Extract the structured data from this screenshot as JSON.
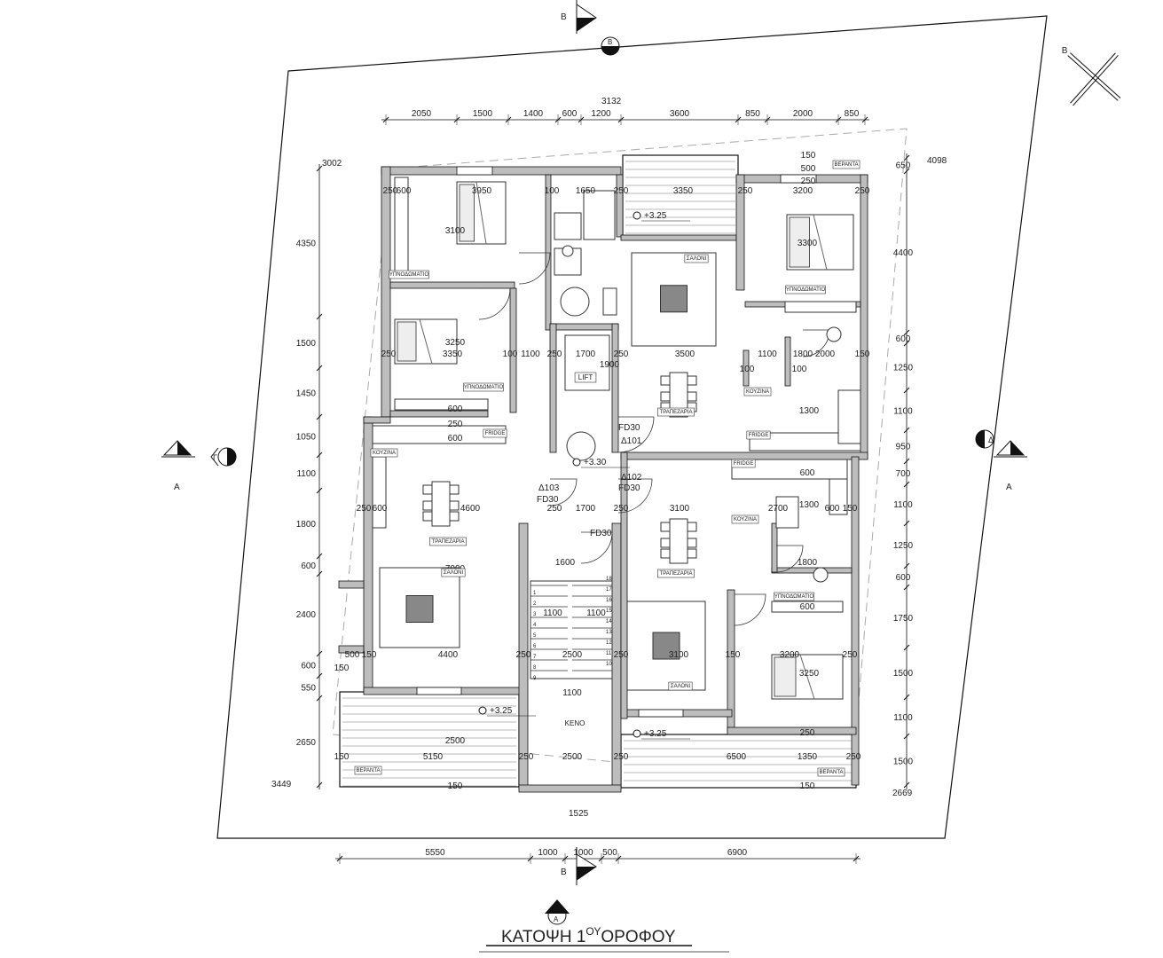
{
  "title": {
    "main": "ΚΑΤΟΨΗ 1",
    "superscript": "ΟΥ",
    "suffix": "ΟΡΟΦΟΥ"
  },
  "section_markers": {
    "top": "B",
    "bottom": "B",
    "left": "A",
    "right": "A",
    "left_elev": "Γ",
    "right_elev": "Δ",
    "top_circle": "B",
    "bottom_circle": "A",
    "north": "B"
  },
  "boundary_lengths": {
    "top": "3132",
    "top_left": "3002",
    "top_right": "4098",
    "bottom_left": "3449",
    "bottom_right": "2669",
    "bottom": "1525"
  },
  "top_dimensions": [
    "2050",
    "1500",
    "1400",
    "600",
    "1200",
    "3600",
    "850",
    "2000",
    "850"
  ],
  "bottom_dimensions": [
    "5550",
    "1000",
    "1000",
    "500",
    "6900"
  ],
  "left_dimensions": [
    "4350",
    "1500",
    "1450",
    "1050",
    "1100",
    "1800",
    "600",
    "2400",
    "600",
    "550",
    "2650"
  ],
  "right_dimensions": [
    "650",
    "4400",
    "600",
    "1250",
    "1100",
    "950",
    "700",
    "1100",
    "1250",
    "600",
    "1750",
    "1500",
    "1100",
    "1500"
  ],
  "interior_dimensions": [
    "250",
    "600",
    "3950",
    "100",
    "1650",
    "250",
    "3350",
    "250",
    "3200",
    "250",
    "500",
    "150",
    "250",
    "3100",
    "3300",
    "3250",
    "250",
    "3350",
    "100",
    "1100",
    "250",
    "1700",
    "1900",
    "250",
    "3500",
    "1100",
    "1800",
    "2000",
    "150",
    "100",
    "100",
    "600",
    "1300",
    "250",
    "600",
    "600",
    "1300",
    "250",
    "600",
    "4600",
    "250",
    "1700",
    "250",
    "3100",
    "2700",
    "600",
    "150",
    "1600",
    "7000",
    "1800",
    "1100",
    "1100",
    "600",
    "500",
    "150",
    "4400",
    "250",
    "2500",
    "250",
    "3100",
    "150",
    "3200",
    "250",
    "3250",
    "150",
    "1100",
    "250",
    "2500",
    "150",
    "5150",
    "250",
    "2500",
    "250",
    "6500",
    "1350",
    "250",
    "150",
    "150"
  ],
  "rooms": [
    "ΥΠΝΟΔΩΜΑΤΙΟ",
    "ΥΠΝΟΔΩΜΑΤΙΟ",
    "ΥΠΝΟΔΩΜΑΤΙΟ",
    "ΥΠΝΟΔΩΜΑΤΙΟ",
    "ΣΑΛΟΝΙ",
    "ΣΑΛΟΝΙ",
    "ΣΑΛΟΝΙ",
    "ΚΟΥΖΙΝΑ",
    "ΚΟΥΖΙΝΑ",
    "ΚΟΥΖΙΝΑ",
    "ΤΡΑΠΕΖΑΡΙΑ",
    "ΤΡΑΠΕΖΑΡΙΑ",
    "ΤΡΑΠΕΖΑΡΙΑ",
    "ΒΕΡΑΝΤΑ",
    "ΒΕΡΑΝΤΑ",
    "ΒΕΡΑΝΤΑ",
    "FRIDGE",
    "FRIDGE",
    "FRIDGE",
    "LIFT",
    "KENO"
  ],
  "levels": [
    "+3.25",
    "+3.25",
    "+3.25",
    "+3.30"
  ],
  "doors": [
    "FD30",
    "Δ101",
    "Δ102",
    "FD30",
    "Δ103",
    "FD30",
    "FD30"
  ],
  "stair_steps": [
    "1",
    "2",
    "3",
    "4",
    "5",
    "6",
    "7",
    "8",
    "9",
    "10",
    "11",
    "12",
    "13",
    "14",
    "15",
    "16",
    "17",
    "18"
  ]
}
